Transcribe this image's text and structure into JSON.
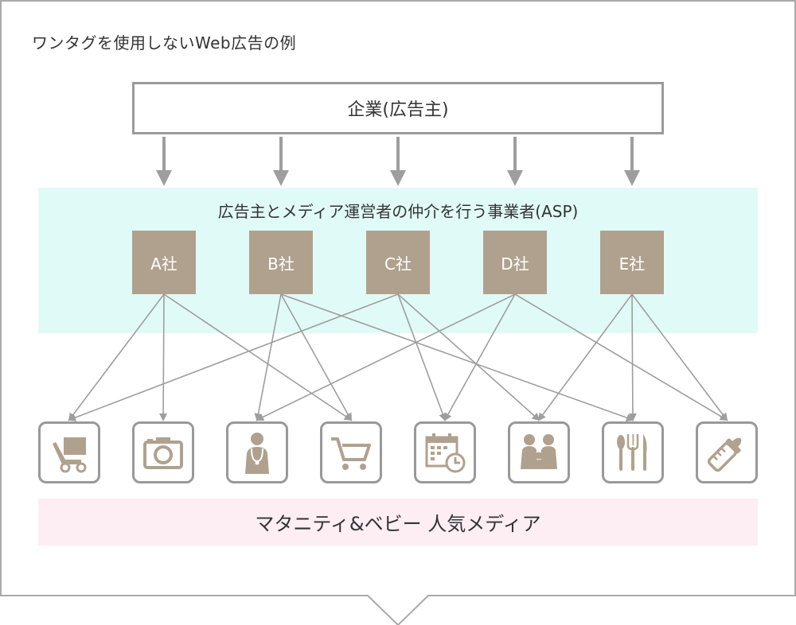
{
  "title": "ワンタグを使用しないWeb広告の例",
  "advertiser": {
    "label": "企業(広告主)"
  },
  "asp": {
    "title": "広告主とメディア運営者の仲介を行う事業者(ASP)",
    "companies": [
      "A社",
      "B社",
      "C社",
      "D社",
      "E社"
    ]
  },
  "media": {
    "title": "マタニティ&ベビー 人気メディア",
    "icons": [
      "stroller-icon",
      "camera-icon",
      "doctor-icon",
      "shopping-cart-icon",
      "calendar-icon",
      "family-icon",
      "cutlery-icon",
      "baby-bottle-icon"
    ]
  },
  "connections": [
    [
      0,
      0
    ],
    [
      0,
      1
    ],
    [
      0,
      3
    ],
    [
      1,
      2
    ],
    [
      1,
      3
    ],
    [
      1,
      6
    ],
    [
      2,
      0
    ],
    [
      2,
      4
    ],
    [
      2,
      5
    ],
    [
      3,
      2
    ],
    [
      3,
      4
    ],
    [
      3,
      7
    ],
    [
      4,
      5
    ],
    [
      4,
      6
    ],
    [
      4,
      7
    ]
  ],
  "colors": {
    "company": "#b0a18e",
    "asp_band": "#e0fbf7",
    "media_band": "#fdeef4",
    "line": "#9e9e9e",
    "icon": "#b0a18e"
  }
}
